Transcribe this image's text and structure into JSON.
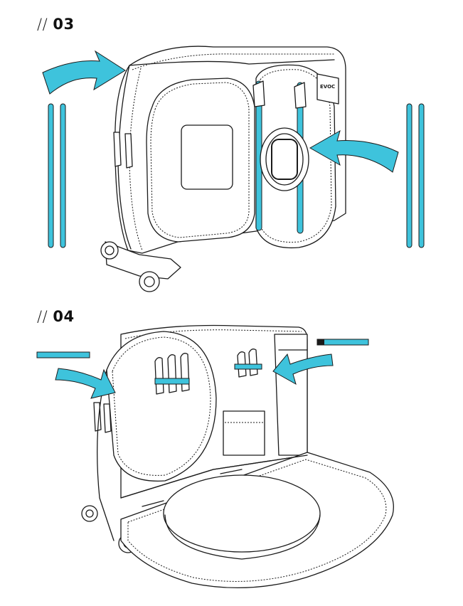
{
  "steps": [
    {
      "slashes": "//",
      "number": "03"
    },
    {
      "slashes": "//",
      "number": "04"
    }
  ],
  "figure_03": {
    "brand_mark": "EVOC",
    "icons": [
      "arrow-icon",
      "arrow-icon",
      "rod-icon"
    ]
  },
  "figure_04": {
    "icons": [
      "arrow-icon",
      "arrow-icon",
      "bar-icon"
    ]
  },
  "colors": {
    "accent": "#3ec3dc",
    "line": "#1a1a1a",
    "paper": "#ffffff"
  }
}
